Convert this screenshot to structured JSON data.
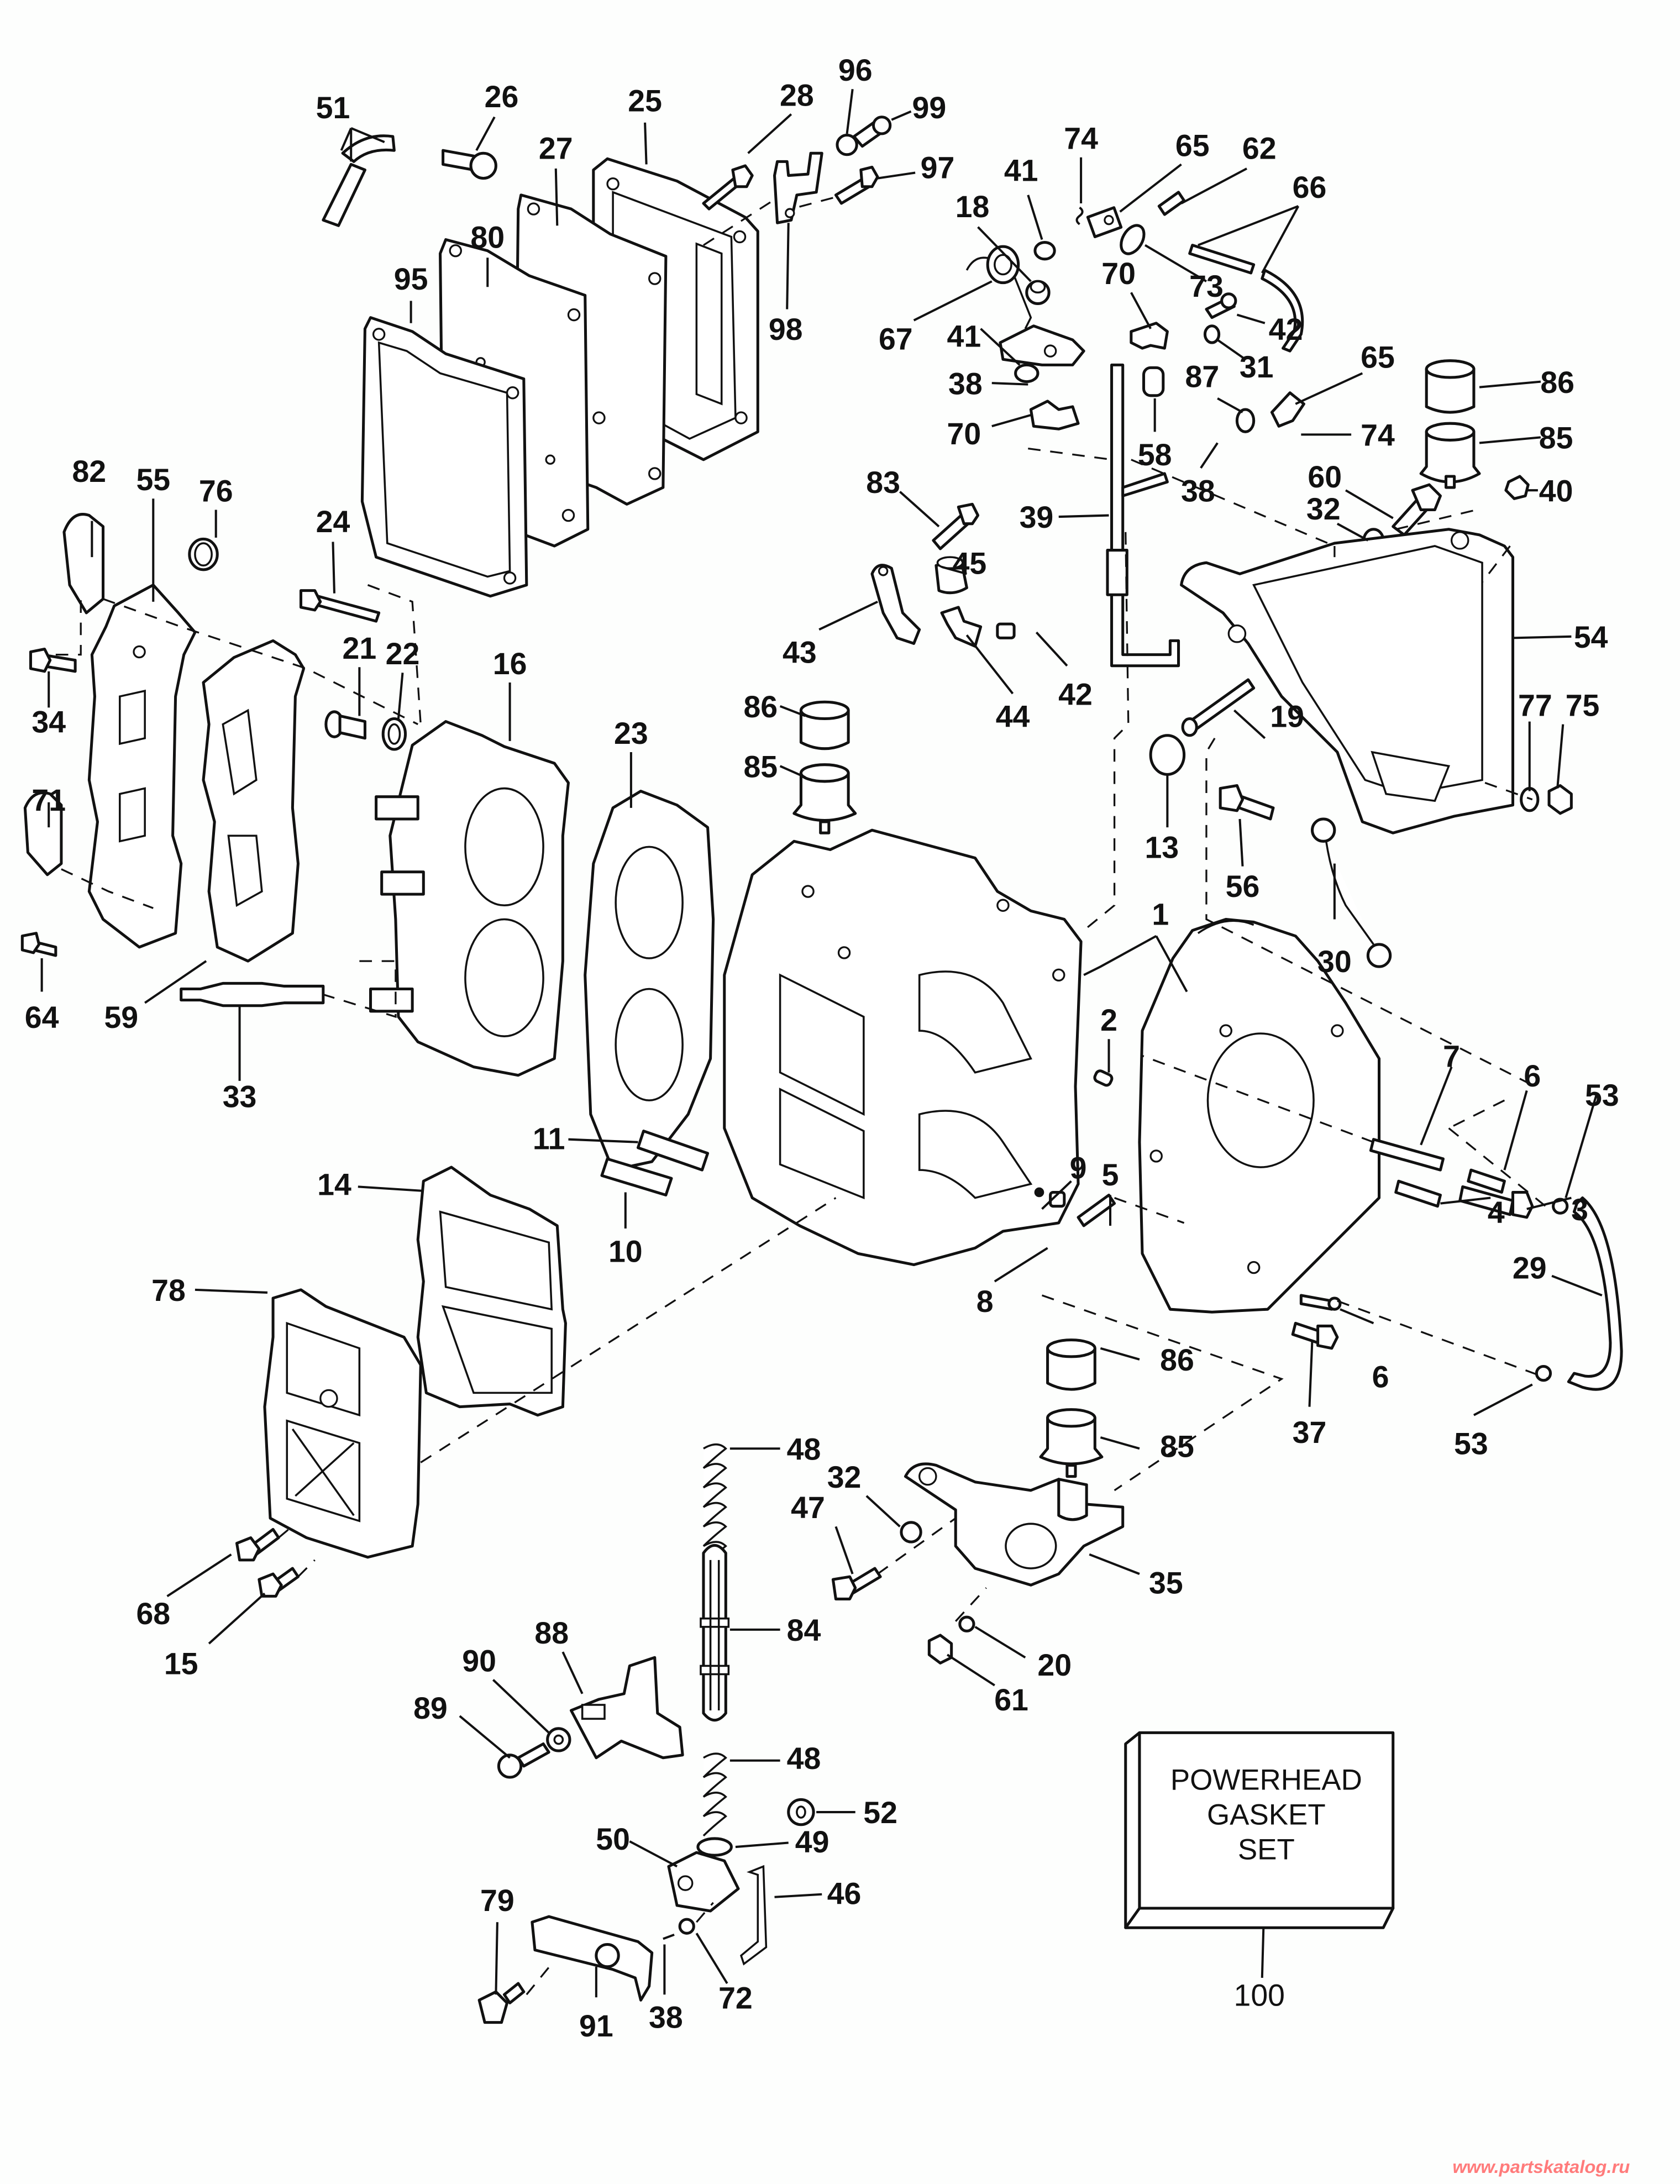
{
  "title": "Powerhead exploded parts diagram",
  "watermark": "www.partskatalog.ru",
  "kit_box": {
    "lines": [
      "POWERHEAD",
      "GASKET",
      "SET"
    ],
    "callout": "100"
  },
  "callouts": [
    {
      "id": "c51",
      "num": "51",
      "part": "hose"
    },
    {
      "id": "c26",
      "num": "26",
      "part": "fitting"
    },
    {
      "id": "c25",
      "num": "25",
      "part": "exhaust cover"
    },
    {
      "id": "c28",
      "num": "28",
      "part": "screw"
    },
    {
      "id": "c96",
      "num": "96",
      "part": "nut"
    },
    {
      "id": "c99",
      "num": "99",
      "part": "screw"
    },
    {
      "id": "c97",
      "num": "97",
      "part": "screw"
    },
    {
      "id": "c98",
      "num": "98",
      "part": "bracket"
    },
    {
      "id": "c27",
      "num": "27",
      "part": "gasket"
    },
    {
      "id": "c80",
      "num": "80",
      "part": "plate"
    },
    {
      "id": "c95",
      "num": "95",
      "part": "gasket"
    },
    {
      "id": "c74a",
      "num": "74",
      "part": "clip"
    },
    {
      "id": "c65a",
      "num": "65",
      "part": "connector"
    },
    {
      "id": "c62",
      "num": "62",
      "part": "screw"
    },
    {
      "id": "c41a",
      "num": "41",
      "part": "bushing"
    },
    {
      "id": "c18",
      "num": "18",
      "part": "bushing"
    },
    {
      "id": "c66",
      "num": "66",
      "part": "link rod"
    },
    {
      "id": "c70a",
      "num": "70",
      "part": "clamp"
    },
    {
      "id": "c73",
      "num": "73",
      "part": "retainer"
    },
    {
      "id": "c67",
      "num": "67",
      "part": "spring"
    },
    {
      "id": "c41b",
      "num": "41",
      "part": "washer"
    },
    {
      "id": "c42a",
      "num": "42",
      "part": "screw"
    },
    {
      "id": "c31",
      "num": "31",
      "part": "washer"
    },
    {
      "id": "c65b",
      "num": "65",
      "part": "connector"
    },
    {
      "id": "c86a",
      "num": "86",
      "part": "mount"
    },
    {
      "id": "c85a",
      "num": "85",
      "part": "mount"
    },
    {
      "id": "c74b",
      "num": "74",
      "part": "clip"
    },
    {
      "id": "c38a",
      "num": "38",
      "part": "pin"
    },
    {
      "id": "c87",
      "num": "87",
      "part": "washer"
    },
    {
      "id": "c70b",
      "num": "70",
      "part": "clamp"
    },
    {
      "id": "c58",
      "num": "58",
      "part": "roller"
    },
    {
      "id": "c38b",
      "num": "38",
      "part": "pin"
    },
    {
      "id": "c83",
      "num": "83",
      "part": "screw"
    },
    {
      "id": "c39",
      "num": "39",
      "part": "shaft"
    },
    {
      "id": "c60",
      "num": "60",
      "part": "screw"
    },
    {
      "id": "c32a",
      "num": "32",
      "part": "washer"
    },
    {
      "id": "c40",
      "num": "40",
      "part": "nut"
    },
    {
      "id": "c82",
      "num": "82",
      "part": "clamp"
    },
    {
      "id": "c55",
      "num": "55",
      "part": "cover"
    },
    {
      "id": "c76",
      "num": "76",
      "part": "grommet"
    },
    {
      "id": "c24",
      "num": "24",
      "part": "screw"
    },
    {
      "id": "c45",
      "num": "45",
      "part": "bushing"
    },
    {
      "id": "c43",
      "num": "43",
      "part": "lever"
    },
    {
      "id": "c54",
      "num": "54",
      "part": "bracket"
    },
    {
      "id": "c44",
      "num": "44",
      "part": "clamp"
    },
    {
      "id": "c42b",
      "num": "42",
      "part": "screw"
    },
    {
      "id": "c34",
      "num": "34",
      "part": "screw"
    },
    {
      "id": "c21",
      "num": "21",
      "part": "thermostat"
    },
    {
      "id": "c22",
      "num": "22",
      "part": "seal"
    },
    {
      "id": "c16",
      "num": "16",
      "part": "cylinder head"
    },
    {
      "id": "c23",
      "num": "23",
      "part": "head gasket"
    },
    {
      "id": "c86b",
      "num": "86",
      "part": "mount"
    },
    {
      "id": "c85b",
      "num": "85",
      "part": "mount"
    },
    {
      "id": "c19",
      "num": "19",
      "part": "screw"
    },
    {
      "id": "c77",
      "num": "77",
      "part": "washer"
    },
    {
      "id": "c75",
      "num": "75",
      "part": "nut"
    },
    {
      "id": "c71",
      "num": "71",
      "part": "clamp"
    },
    {
      "id": "c13",
      "num": "13",
      "part": "plug"
    },
    {
      "id": "c56",
      "num": "56",
      "part": "screw"
    },
    {
      "id": "c1",
      "num": "1",
      "part": "cylinder and crankcase"
    },
    {
      "id": "c30",
      "num": "30",
      "part": "ground wire"
    },
    {
      "id": "c64",
      "num": "64",
      "part": "screw"
    },
    {
      "id": "c59",
      "num": "59",
      "part": "gasket"
    },
    {
      "id": "c33",
      "num": "33",
      "part": "spark plug"
    },
    {
      "id": "c2",
      "num": "2",
      "part": "pin"
    },
    {
      "id": "c7",
      "num": "7",
      "part": "stud"
    },
    {
      "id": "c6a",
      "num": "6",
      "part": "pin"
    },
    {
      "id": "c53a",
      "num": "53",
      "part": "clamp"
    },
    {
      "id": "c11",
      "num": "11",
      "part": "dowel"
    },
    {
      "id": "c4",
      "num": "4",
      "part": "dowel"
    },
    {
      "id": "c3",
      "num": "3",
      "part": "screw"
    },
    {
      "id": "c14",
      "num": "14",
      "part": "gasket"
    },
    {
      "id": "c10",
      "num": "10",
      "part": "dowel"
    },
    {
      "id": "c9",
      "num": "9",
      "part": "plug"
    },
    {
      "id": "c5",
      "num": "5",
      "part": "stud"
    },
    {
      "id": "c29",
      "num": "29",
      "part": "hose"
    },
    {
      "id": "c78",
      "num": "78",
      "part": "bypass cover"
    },
    {
      "id": "c8",
      "num": "8",
      "part": "nut"
    },
    {
      "id": "c6b",
      "num": "6",
      "part": "pin"
    },
    {
      "id": "c86c",
      "num": "86",
      "part": "mount"
    },
    {
      "id": "c37",
      "num": "37",
      "part": "screw"
    },
    {
      "id": "c53b",
      "num": "53",
      "part": "clamp"
    },
    {
      "id": "c85c",
      "num": "85",
      "part": "mount"
    },
    {
      "id": "c48a",
      "num": "48",
      "part": "spring"
    },
    {
      "id": "c32b",
      "num": "32",
      "part": "washer"
    },
    {
      "id": "c47",
      "num": "47",
      "part": "screw"
    },
    {
      "id": "c35",
      "num": "35",
      "part": "lower mount bracket"
    },
    {
      "id": "c68",
      "num": "68",
      "part": "screw"
    },
    {
      "id": "c15",
      "num": "15",
      "part": "screw"
    },
    {
      "id": "c84",
      "num": "84",
      "part": "shaft"
    },
    {
      "id": "c20",
      "num": "20",
      "part": "washer"
    },
    {
      "id": "c88",
      "num": "88",
      "part": "bracket"
    },
    {
      "id": "c61",
      "num": "61",
      "part": "nut"
    },
    {
      "id": "c90",
      "num": "90",
      "part": "washer"
    },
    {
      "id": "c89",
      "num": "89",
      "part": "screw"
    },
    {
      "id": "c48b",
      "num": "48",
      "part": "spring"
    },
    {
      "id": "c52",
      "num": "52",
      "part": "washer"
    },
    {
      "id": "c49",
      "num": "49",
      "part": "cap"
    },
    {
      "id": "c50",
      "num": "50",
      "part": "lever"
    },
    {
      "id": "c46",
      "num": "46",
      "part": "link"
    },
    {
      "id": "c79",
      "num": "79",
      "part": "screw"
    },
    {
      "id": "c91",
      "num": "91",
      "part": "bracket"
    },
    {
      "id": "c38c",
      "num": "38",
      "part": "pin"
    },
    {
      "id": "c72",
      "num": "72",
      "part": "washer"
    }
  ]
}
